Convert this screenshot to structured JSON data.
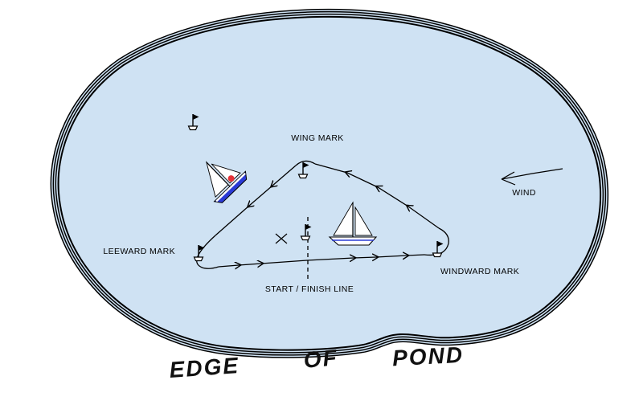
{
  "title": "Triangular sailing race course on a pond",
  "labels": {
    "wing_mark": "WING MARK",
    "leeward_mark": "LEEWARD MARK",
    "windward_mark": "WINDWARD MARK",
    "start_finish_line": "START / FINISH LINE",
    "wind": "WIND"
  },
  "edge_of_pond": {
    "word1": "EDGE",
    "word2": "OF",
    "word3": "POND"
  },
  "icons": {
    "course_mark": "buoy-icon",
    "heeled_boat": "sailboat-heeled-icon",
    "upright_boat": "sailboat-icon",
    "course_direction": "chevron-arrow-icon",
    "wind_direction": "arrow-left-icon",
    "start_line_cross": "x-mark-icon"
  },
  "colors": {
    "background": "#ffffff",
    "pond_fill": "#cfe2f3",
    "shore_line": "#000000",
    "course_line": "#000000",
    "label_text": "#000000",
    "boat_hull_blue": "#2b3bd6",
    "boat_accent_red": "#e53238",
    "sail_white": "#ffffff"
  }
}
